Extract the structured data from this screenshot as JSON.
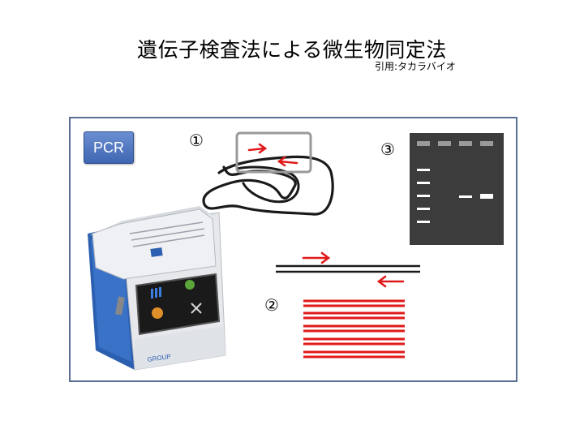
{
  "title": "遺伝子検査法による微生物同定法",
  "citation": "引用:タカラバイオ",
  "pcr_label": "PCR",
  "markers": {
    "step1": "①",
    "step2": "②",
    "step3": "③"
  },
  "colors": {
    "frame_border": "#5a6f93",
    "badge": "#4a74c2",
    "primer": "#e01a1a",
    "gel": "#3c3c3c",
    "highlight_box": "#9a9a9a"
  },
  "icons": [
    "thermal-cycler-image",
    "dna-strand-drawing",
    "primer-arrow",
    "gel-electrophoresis-image"
  ]
}
